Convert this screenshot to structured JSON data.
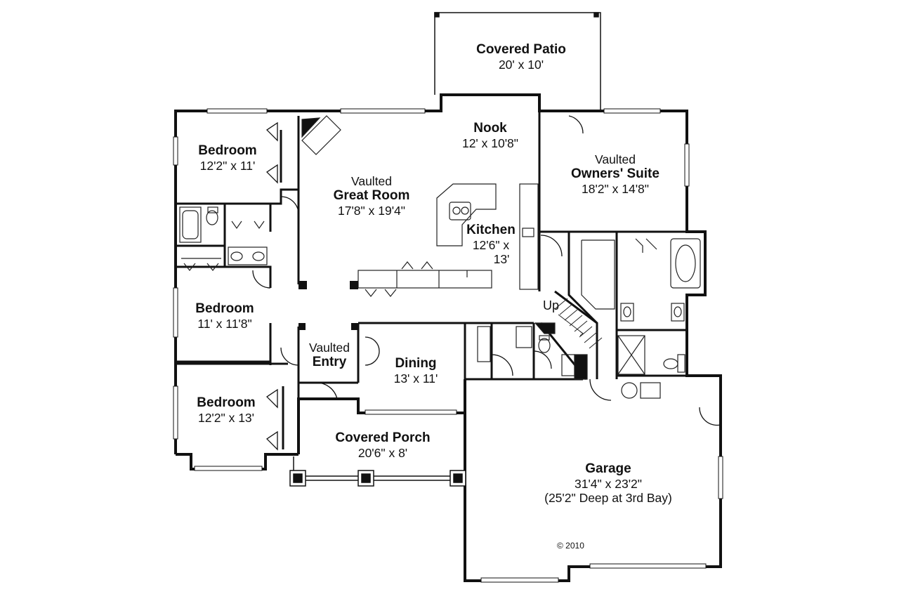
{
  "rooms": {
    "patio": {
      "name": "Covered Patio",
      "dims": "20' x 10'"
    },
    "nook": {
      "name": "Nook",
      "dims": "12' x 10'8\""
    },
    "owners": {
      "qualifier": "Vaulted",
      "name": "Owners' Suite",
      "dims": "18'2\" x 14'8\""
    },
    "bed1": {
      "name": "Bedroom",
      "dims": "12'2\" x 11'"
    },
    "great": {
      "qualifier": "Vaulted",
      "name": "Great Room",
      "dims": "17'8\" x 19'4\""
    },
    "kitchen": {
      "name": "Kitchen",
      "dims_1": "12'6\" x",
      "dims_2": "13'"
    },
    "bed2": {
      "name": "Bedroom",
      "dims": "11' x 11'8\""
    },
    "entry": {
      "qualifier": "Vaulted",
      "name": "Entry"
    },
    "dining": {
      "name": "Dining",
      "dims": "13' x 11'"
    },
    "bed3": {
      "name": "Bedroom",
      "dims": "12'2\" x 13'"
    },
    "porch": {
      "name": "Covered Porch",
      "dims": "20'6\" x 8'"
    },
    "garage": {
      "name": "Garage",
      "dims": "31'4\" x 23'2\"",
      "note": "(25'2\" Deep at 3rd Bay)"
    }
  },
  "stairs_label": "Up",
  "copyright": "© 2010",
  "colors": {
    "wall": "#111111",
    "background": "#ffffff",
    "fixture": "#222222"
  }
}
